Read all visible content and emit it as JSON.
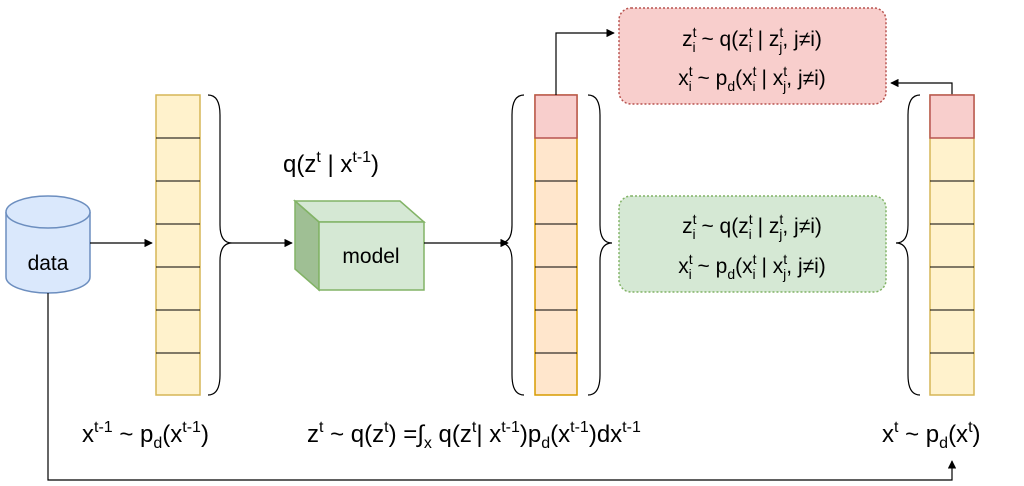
{
  "colors": {
    "stack_input_fill": "#fff2cc",
    "stack_input_stroke": "#d6b656",
    "stack_latent_fill": "#ffe6cc",
    "stack_latent_stroke": "#d79b00",
    "highlight_fill": "#f8cecc",
    "highlight_stroke": "#b85450",
    "model_fill": "#d5e8d4",
    "model_stroke": "#82b366",
    "data_fill": "#dae8fc",
    "data_stroke": "#6c8ebf"
  },
  "nodes": {
    "data": {
      "label": "data",
      "icon": "database-cylinder-icon"
    },
    "model": {
      "label": "model",
      "icon": "cube-icon"
    }
  },
  "labels": {
    "model_input": {
      "base": "q(z",
      "sup1": "t",
      "mid": " | x",
      "sup2": "t-1",
      "end": ")"
    },
    "input_stack": {
      "base": "x",
      "sup1": "t-1",
      "mid": " ~ p",
      "sub1": "d",
      "mid2": "(x",
      "sup2": "t-1",
      "end": ")"
    },
    "latent_stack": {
      "a": "z",
      "a_sup": "t",
      "b": " ~ q(z",
      "b_sup": "t",
      "c": ") =∫",
      "c_sub": "x",
      "d": " q(z",
      "d_sup": "t",
      "e": "| x",
      "e_sup": "t-1",
      "f": ")p",
      "f_sub": "d",
      "g": "(x",
      "g_sup": "t-1",
      "h": ")dx",
      "h_sup": "t-1"
    },
    "output_stack": {
      "base": "x",
      "sup1": "t",
      "mid": " ~ p",
      "sub1": "d",
      "mid2": "(x",
      "sup2": "t",
      "end": ")"
    }
  },
  "boxes": {
    "red": {
      "line1": {
        "a": "z",
        "a_sup": "t",
        "a_sub": "i",
        "b": " ~ q(z",
        "b_sup": "t",
        "b_sub": "i",
        "c": " | z",
        "c_sup": "t",
        "c_sub": "j",
        "d": ", j≠i)"
      },
      "line2": {
        "a": "x",
        "a_sup": "t",
        "a_sub": "i",
        "b": " ~ p",
        "b_sub": "d",
        "c": "(x",
        "c_sup": "t",
        "c_sub": "i",
        "d": " | x",
        "d_sup": "t",
        "d_sub": "j",
        "e": ", j≠i)"
      }
    },
    "green": {
      "line1": {
        "a": "z",
        "a_sup": "t",
        "a_sub": "i",
        "b": " ~ q(z",
        "b_sup": "t",
        "b_sub": "i",
        "c": " | z",
        "c_sup": "t",
        "c_sub": "j",
        "d": ", j≠i)"
      },
      "line2": {
        "a": "x",
        "a_sup": "t",
        "a_sub": "i",
        "b": " ~ p",
        "b_sub": "d",
        "c": "(x",
        "c_sup": "t",
        "c_sub": "i",
        "d": " | x",
        "d_sup": "t",
        "d_sub": "j",
        "e": ", j≠i)"
      }
    }
  }
}
